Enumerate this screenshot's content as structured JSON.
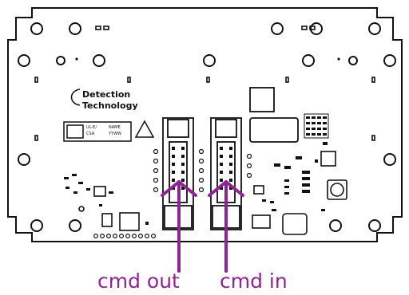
{
  "board": {
    "logo_line1": "Detection",
    "logo_line2": "Technology",
    "cert_marks": "UL-E/ CSA",
    "cert_info": "NAME YYWW"
  },
  "annotations": {
    "cmd_out": "cmd out",
    "cmd_in": "cmd in",
    "arrow_color": "#8e2494"
  }
}
